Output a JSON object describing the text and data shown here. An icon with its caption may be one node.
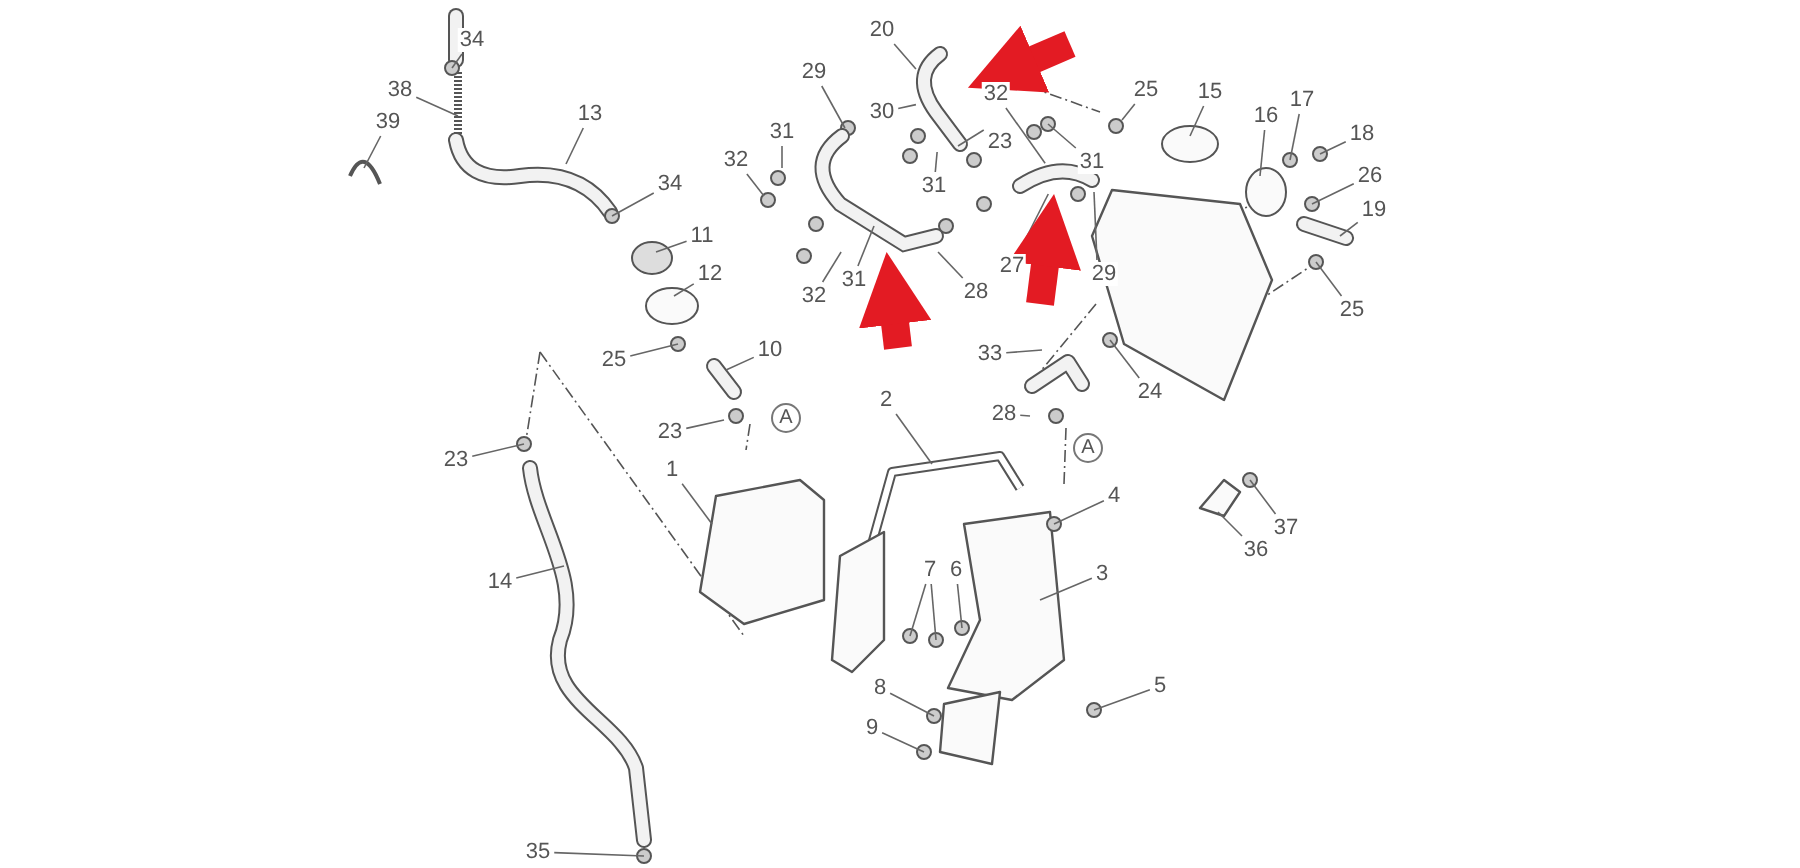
{
  "diagram": {
    "nodes": [
      {
        "text": [
          "34"
        ]
      },
      {
        "text": [
          "20"
        ]
      },
      {
        "text": [
          "29"
        ]
      },
      {
        "text": [
          "25"
        ]
      },
      {
        "text": [
          "15"
        ]
      },
      {
        "text": [
          "38"
        ]
      },
      {
        "text": [
          "32"
        ]
      },
      {
        "text": [
          "17"
        ]
      },
      {
        "text": [
          "30"
        ]
      },
      {
        "text": [
          "13"
        ]
      },
      {
        "text": [
          "16"
        ]
      },
      {
        "text": [
          "39"
        ]
      },
      {
        "text": [
          "23"
        ]
      },
      {
        "text": [
          "18"
        ]
      },
      {
        "text": [
          "31"
        ]
      },
      {
        "text": [
          "31"
        ]
      },
      {
        "text": [
          "32"
        ]
      },
      {
        "text": [
          "26"
        ]
      },
      {
        "text": [
          "34"
        ]
      },
      {
        "text": [
          "31"
        ]
      },
      {
        "text": [
          "19"
        ]
      },
      {
        "text": [
          "11"
        ]
      },
      {
        "text": [
          "31"
        ]
      },
      {
        "text": [
          "27"
        ]
      },
      {
        "text": [
          "12"
        ]
      },
      {
        "text": [
          "29"
        ]
      },
      {
        "text": [
          "28"
        ]
      },
      {
        "text": [
          "32"
        ]
      },
      {
        "text": [
          "25"
        ]
      },
      {
        "text": [
          "10"
        ]
      },
      {
        "text": [
          "33"
        ]
      },
      {
        "text": [
          "25"
        ]
      },
      {
        "text": [
          "24"
        ]
      },
      {
        "text": [
          "28"
        ]
      },
      {
        "text": [
          "2"
        ]
      },
      {
        "text": [
          "23"
        ]
      },
      {
        "text": [
          "23"
        ]
      },
      {
        "text": [
          "1"
        ]
      },
      {
        "text": [
          "4"
        ]
      },
      {
        "text": [
          "37"
        ]
      },
      {
        "text": [
          "36"
        ]
      },
      {
        "text": [
          "7"
        ]
      },
      {
        "text": [
          "6"
        ]
      },
      {
        "text": [
          "3"
        ]
      },
      {
        "text": [
          "14"
        ]
      },
      {
        "text": [
          "5"
        ]
      },
      {
        "text": [
          "8"
        ]
      },
      {
        "text": [
          "9"
        ]
      },
      {
        "text": [
          "35"
        ]
      },
      {
        "text": [],
        "shape": "picture"
      },
      {
        "text": [],
        "shape": "picture"
      },
      {
        "text": [],
        "shape": "picture"
      }
    ],
    "edges": [
      {
        "from": 0,
        "to": null,
        "arrow": "none"
      },
      {
        "from": 1,
        "to": 49,
        "arrow": "none"
      },
      {
        "from": 2,
        "to": 50,
        "arrow": "none"
      },
      {
        "from": 3,
        "to": null,
        "arrow": "none"
      },
      {
        "from": 4,
        "to": null,
        "arrow": "none"
      },
      {
        "from": 5,
        "to": null,
        "arrow": "none"
      },
      {
        "from": 6,
        "to": 51,
        "arrow": "none"
      },
      {
        "from": 7,
        "to": null,
        "arrow": "none"
      },
      {
        "from": 8,
        "to": 49,
        "arrow": "none"
      },
      {
        "from": 9,
        "to": null,
        "arrow": "none"
      },
      {
        "from": 10,
        "to": null,
        "arrow": "none"
      },
      {
        "from": 11,
        "to": null,
        "arrow": "none"
      },
      {
        "from": 12,
        "to": 49,
        "arrow": "none"
      },
      {
        "from": 13,
        "to": null,
        "arrow": "none"
      },
      {
        "from": 14,
        "to": null,
        "arrow": "none"
      },
      {
        "from": 15,
        "to": null,
        "arrow": "none"
      },
      {
        "from": 16,
        "to": null,
        "arrow": "none"
      },
      {
        "from": 17,
        "to": null,
        "arrow": "none"
      },
      {
        "from": 18,
        "to": null,
        "arrow": "none"
      },
      {
        "from": 19,
        "to": 49,
        "arrow": "none"
      },
      {
        "from": 20,
        "to": null,
        "arrow": "none"
      },
      {
        "from": 21,
        "to": null,
        "arrow": "none"
      },
      {
        "from": 22,
        "to": 50,
        "arrow": "none"
      },
      {
        "from": 23,
        "to": 51,
        "arrow": "none"
      },
      {
        "from": 24,
        "to": null,
        "arrow": "none"
      },
      {
        "from": 25,
        "to": 51,
        "arrow": "none"
      },
      {
        "from": 26,
        "to": 50,
        "arrow": "none"
      },
      {
        "from": 27,
        "to": 50,
        "arrow": "none"
      },
      {
        "from": 28,
        "to": null,
        "arrow": "none"
      },
      {
        "from": 29,
        "to": null,
        "arrow": "none"
      },
      {
        "from": 30,
        "to": null,
        "arrow": "none"
      },
      {
        "from": 31,
        "to": null,
        "arrow": "none"
      },
      {
        "from": 32,
        "to": null,
        "arrow": "none"
      },
      {
        "from": 33,
        "to": null,
        "arrow": "none"
      },
      {
        "from": 34,
        "to": null,
        "arrow": "none"
      },
      {
        "from": 35,
        "to": null,
        "arrow": "none"
      },
      {
        "from": 36,
        "to": null,
        "arrow": "none"
      },
      {
        "from": 37,
        "to": null,
        "arrow": "none"
      },
      {
        "from": 38,
        "to": null,
        "arrow": "none"
      },
      {
        "from": 39,
        "to": null,
        "arrow": "none"
      },
      {
        "from": 40,
        "to": null,
        "arrow": "none"
      },
      {
        "from": 41,
        "to": null,
        "arrow": "none"
      },
      {
        "from": 41,
        "to": null,
        "arrow": "none"
      },
      {
        "from": 42,
        "to": null,
        "arrow": "none"
      },
      {
        "from": 43,
        "to": null,
        "arrow": "none"
      },
      {
        "from": 44,
        "to": null,
        "arrow": "none"
      },
      {
        "from": 45,
        "to": null,
        "arrow": "none"
      },
      {
        "from": 46,
        "to": null,
        "arrow": "none"
      },
      {
        "from": 47,
        "to": null,
        "arrow": "none"
      },
      {
        "from": 48,
        "to": null,
        "arrow": "none"
      },
      {
        "from": null,
        "to": 49,
        "arrow": "to",
        "style": "thick",
        "color": "#e31b23"
      },
      {
        "from": null,
        "to": 50,
        "arrow": "to",
        "style": "thick",
        "color": "#e31b23"
      },
      {
        "from": null,
        "to": 51,
        "arrow": "to",
        "style": "thick",
        "color": "#e31b23"
      }
    ],
    "labels": [
      "A",
      "A"
    ]
  }
}
